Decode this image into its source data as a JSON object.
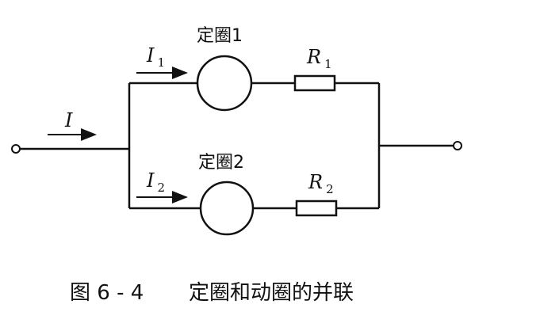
{
  "diagram": {
    "coil_top_label": "定圈1",
    "coil_bottom_label": "定圈2",
    "current_main": {
      "symbol": "I",
      "subscript": ""
    },
    "current_branch1": {
      "symbol": "I",
      "subscript": "1"
    },
    "current_branch2": {
      "symbol": "I",
      "subscript": "2"
    },
    "resistor_top": {
      "symbol": "R",
      "subscript": "1"
    },
    "resistor_bottom": {
      "symbol": "R",
      "subscript": "2"
    }
  },
  "caption": {
    "figure_number": "图 6 - 4",
    "title": "定圈和动圈的并联"
  }
}
